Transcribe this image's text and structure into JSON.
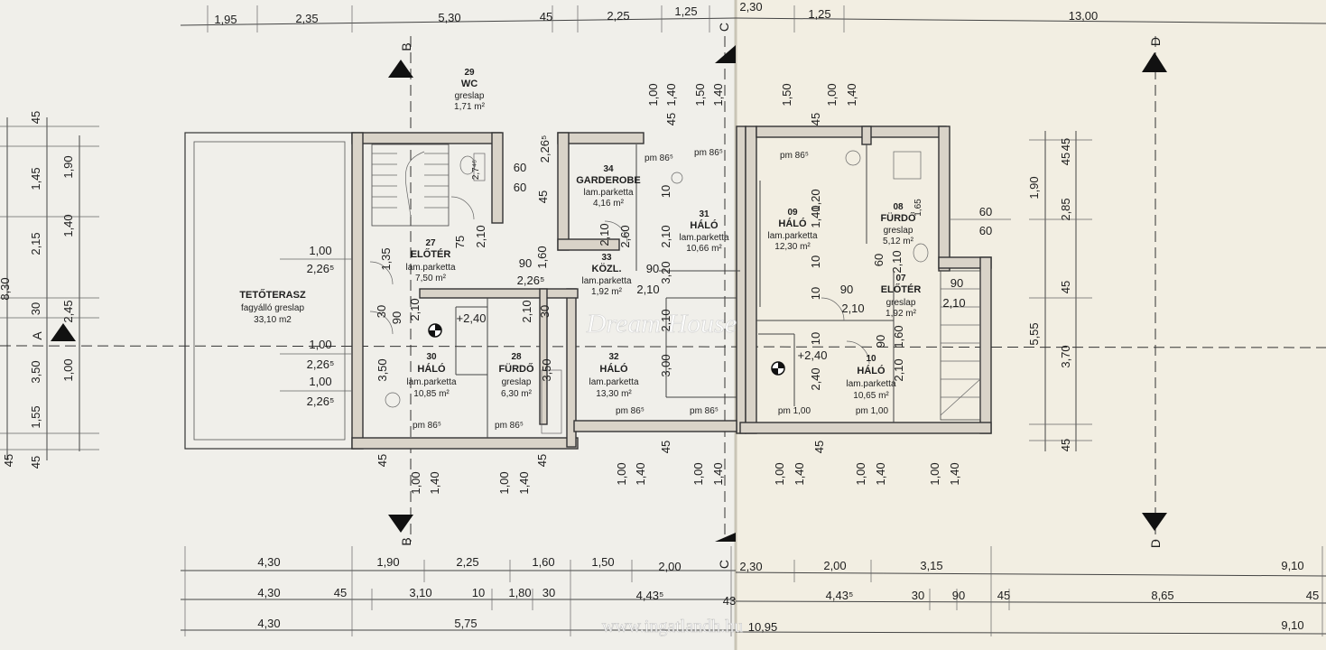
{
  "rooms": [
    {
      "num": "29",
      "name": "WC",
      "material": "greslap",
      "area": "1,71 m²"
    },
    {
      "num": "34",
      "name": "GARDEROBE",
      "material": "lam.parketta",
      "area": "4,16 m²"
    },
    {
      "num": "31",
      "name": "HÁLÓ",
      "material": "lam.parketta",
      "area": "10,66 m²"
    },
    {
      "num": "09",
      "name": "HÁLÓ",
      "material": "lam.parketta",
      "area": "12,30 m²"
    },
    {
      "num": "08",
      "name": "FÜRDŐ",
      "material": "greslap",
      "area": "5,12 m²"
    },
    {
      "num": "27",
      "name": "ELŐTÉR",
      "material": "lam.parketta",
      "area": "7,50 m²"
    },
    {
      "num": "33",
      "name": "KÖZL.",
      "material": "lam.parketta",
      "area": "1,92 m²"
    },
    {
      "num": "07",
      "name": "ELŐTÉR",
      "material": "greslap",
      "area": "1,92 m²"
    },
    {
      "num": "",
      "name": "TETŐTERASZ",
      "material": "fagyálló greslap",
      "area": "33,10 m2"
    },
    {
      "num": "30",
      "name": "HÁLÓ",
      "material": "lam.parketta",
      "area": "10,85 m²"
    },
    {
      "num": "28",
      "name": "FÜRDŐ",
      "material": "greslap",
      "area": "6,30 m²"
    },
    {
      "num": "32",
      "name": "HÁLÓ",
      "material": "lam.parketta",
      "area": "13,30 m²"
    },
    {
      "num": "10",
      "name": "HÁLÓ",
      "material": "lam.parketta",
      "area": "10,65 m²"
    }
  ],
  "dimensions": {
    "top": [
      "1,95",
      "2,35",
      "5,30",
      "45",
      "2,25",
      "1,25",
      "2,30",
      "1,25",
      "13,00"
    ],
    "bottom1": [
      "4,30",
      "1,90",
      "2,25",
      "1,60",
      "1,50",
      "2,00",
      "2,30",
      "2,00",
      "3,15",
      "9,10"
    ],
    "bottom2": [
      "4,30",
      "45",
      "3,10",
      "10",
      "1,80",
      "30",
      "4,43⁵",
      "43",
      "4,43⁵",
      "30",
      "90",
      "45",
      "8,65",
      "45"
    ],
    "bottom3": [
      "4,30",
      "5,75",
      "10,95",
      "9,10"
    ],
    "left_outer": [
      "45",
      "1,45",
      "2,15",
      "30",
      "3,50",
      "1,55",
      "45",
      "8,30"
    ],
    "left_inner": [
      "1,90",
      "1,40",
      "2,45",
      "1,00"
    ],
    "right_outer": [
      "45",
      "2,85",
      "5,55",
      "3,70",
      "45"
    ],
    "right_inner": [
      "1,90",
      "45"
    ],
    "terrace": [
      "1,00",
      "2,26⁵",
      "1,00",
      "2,26⁵",
      "1,00",
      "2,26⁵"
    ],
    "right_openings": [
      "60",
      "60"
    ]
  },
  "interior_labels": [
    "60",
    "60",
    "1,00",
    "2,26⁵",
    "45",
    "1,35",
    "75",
    "2,10",
    "1,60",
    "90",
    "2,26⁵",
    "90",
    "2,10",
    "2,10",
    "2,60",
    "10",
    "2,10",
    "3,20",
    "1,20",
    "10",
    "90",
    "2,10",
    "90",
    "2,10",
    "2,10",
    "1,60",
    "60",
    "30",
    "90",
    "2,10",
    "2,10",
    "30",
    "3,50",
    "3,50",
    "2,10",
    "3,00",
    "10",
    "1,40",
    "2,40",
    "10",
    "90",
    "2,10",
    "pm 86⁵",
    "pm 86⁵",
    "pm 86⁵",
    "pm 86⁵",
    "pm 86⁵",
    "pm 86⁵",
    "pm 86⁵",
    "pm 1,00",
    "pm 1,00",
    "+2,40",
    "+2,40",
    "2,7⁴⁵",
    "1,65",
    "90",
    "10"
  ],
  "vertical_dims": [
    "1,00",
    "1,40",
    "1,50",
    "1,40",
    "1,50",
    "1,00",
    "1,40",
    "1,00",
    "1,40",
    "1,00",
    "1,40",
    "1,00",
    "1,40",
    "1,00",
    "1,40",
    "1,00",
    "1,40",
    "1,00",
    "1,40",
    "1,00",
    "1,40",
    "45",
    "45",
    "45",
    "45",
    "45",
    "45",
    "45",
    "45"
  ],
  "axes": {
    "A": "A",
    "B": "B",
    "C": "C",
    "D": "D"
  },
  "watermark": "Dream House",
  "website": "www.ingatlandh.hu",
  "colors": {
    "paper": "#f0efea",
    "paper_right": "#f2eee2",
    "ink": "#1e1e1e",
    "wall": "#d9d3c8"
  }
}
